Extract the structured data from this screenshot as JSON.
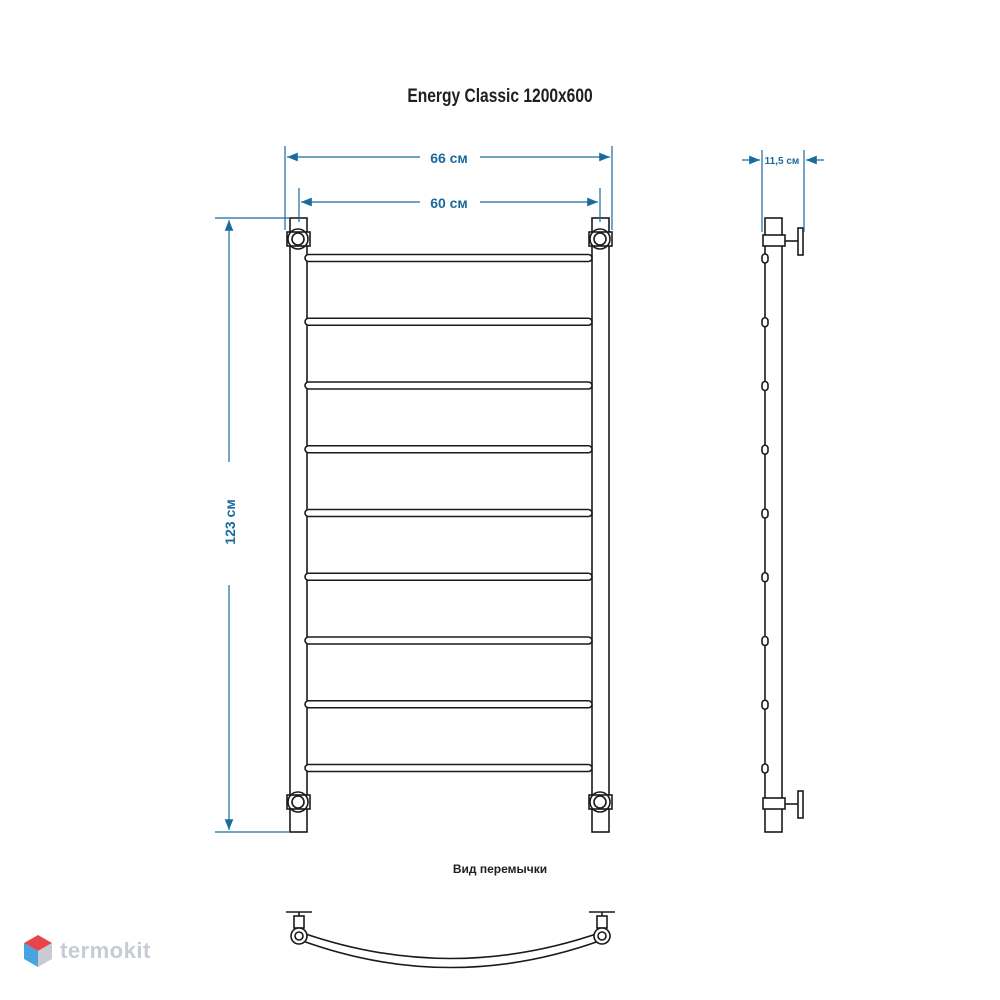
{
  "title": "Energy Classic 1200x600",
  "dimensions": {
    "overall_width": "66 см",
    "rail_spacing": "60 см",
    "height": "123 см",
    "wall_offset": "11,5 см"
  },
  "bridge_view_caption": "Вид перемычки",
  "logo_text": "termokit",
  "colors": {
    "dimension": "#1b6a9e",
    "outline": "#1a1a1a",
    "logo_red": "#e8454b",
    "logo_blue": "#4aa3df",
    "logo_grey": "#c7ccd2"
  },
  "rung_count": 9
}
